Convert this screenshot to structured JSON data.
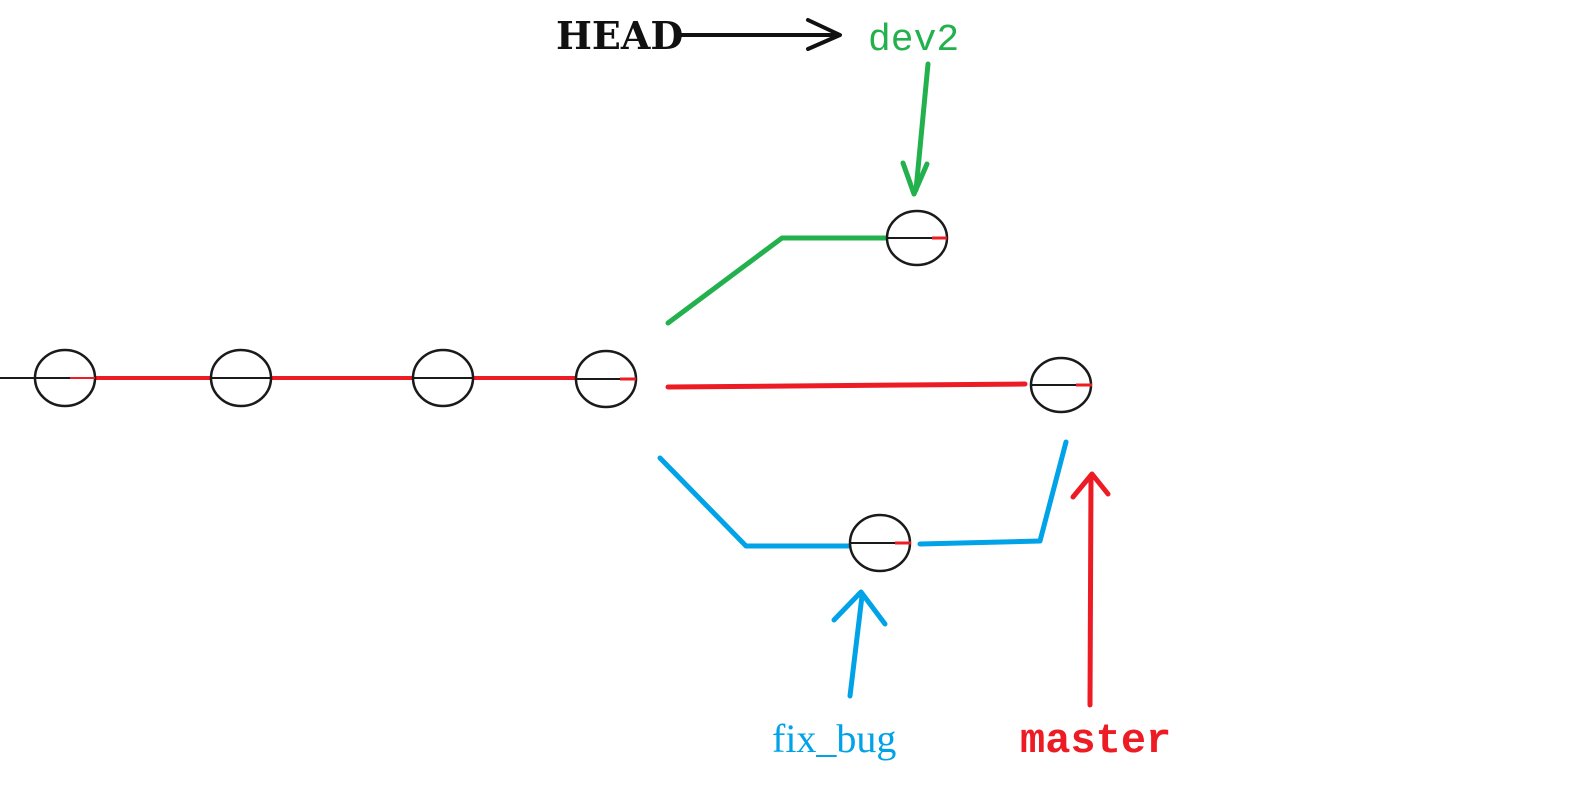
{
  "labels": {
    "head": "HEAD",
    "dev2": "dev2",
    "fix_bug": "fix_bug",
    "master": "master"
  },
  "colors": {
    "head": "#111111",
    "dev2": "#22b14c",
    "fix_bug": "#00a2e8",
    "master": "#ed1c24",
    "commit_outline": "#1a1a1a"
  }
}
